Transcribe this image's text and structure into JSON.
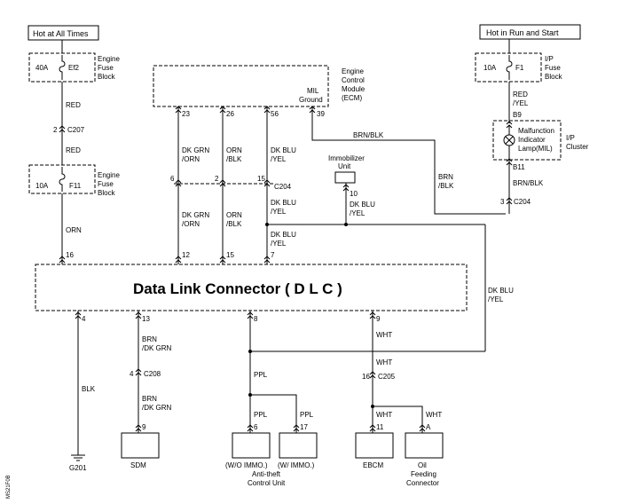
{
  "headers": {
    "hot_at_all_times": "Hot at All Times",
    "hot_in_run_and_start": "Hot in Run and Start"
  },
  "fuses": {
    "ef2_rating": "40A",
    "ef2_name": "Ef2",
    "f11_rating": "10A",
    "f11_name": "F11",
    "f1_rating": "10A",
    "f1_name": "F1",
    "engine_fuse_block_1": "Engine",
    "engine_fuse_block_2": "Fuse",
    "engine_fuse_block_3": "Block",
    "ip_fuse_block_1": "I/P",
    "ip_fuse_block_2": "Fuse",
    "ip_fuse_block_3": "Block"
  },
  "ecm": {
    "label_1": "Engine",
    "label_2": "Control",
    "label_3": "Module",
    "label_4": "(ECM)",
    "mil_1": "MIL",
    "mil_2": "Ground",
    "pin_23": "23",
    "pin_26": "26",
    "pin_56": "56",
    "pin_39": "39"
  },
  "mil": {
    "label_1": "Malfunction",
    "label_2": "Indicator",
    "label_3": "Lamp(MIL)",
    "cluster_1": "I/P",
    "cluster_2": "Cluster",
    "pin_b9": "B9",
    "pin_b11": "B11"
  },
  "wires": {
    "red": "RED",
    "orn": "ORN",
    "red_yel_1": "RED",
    "red_yel_2": "/YEL",
    "brn_blk": "BRN/BLK",
    "brn_blk_v1": "BRN",
    "brn_blk_v2": "/BLK",
    "dk_grn_orn_1": "DK GRN",
    "dk_grn_orn_2": "/ORN",
    "orn_blk_1": "ORN",
    "orn_blk_2": "/BLK",
    "dk_blu_yel_1": "DK BLU",
    "dk_blu_yel_2": "/YEL",
    "brn_dk_grn_1": "BRN",
    "brn_dk_grn_2": "/DK GRN",
    "blk": "BLK",
    "ppl": "PPL",
    "wht": "WHT"
  },
  "connectors": {
    "c207": "C207",
    "c207_pin": "2",
    "c204": "C204",
    "c204_pins": [
      "6",
      "2",
      "15"
    ],
    "c204_right_pin": "3",
    "c208": "C208",
    "c208_pin": "4",
    "c205": "C205",
    "c205_pin": "16"
  },
  "immobilizer": {
    "label_1": "Immobilizer",
    "label_2": "Unit",
    "pin": "10"
  },
  "dlc": {
    "title": "Data  Link Connector ( D L C )",
    "pin_16": "16",
    "pin_12": "12",
    "pin_15": "15",
    "pin_7": "7",
    "pin_4": "4",
    "pin_13": "13",
    "pin_8": "8",
    "pin_9": "9"
  },
  "bottom": {
    "sdm": "SDM",
    "sdm_pin": "9",
    "ground": "G201",
    "anti_wo": "(W/O IMMO.)",
    "anti_wo_pin": "6",
    "anti_w": "(W/ IMMO.)",
    "anti_w_pin": "17",
    "anti_1": "Anti-theft",
    "anti_2": "Control Unit",
    "ebcm": "EBCM",
    "ebcm_pin": "11",
    "oil_1": "Oil",
    "oil_2": "Feeding",
    "oil_3": "Connector",
    "oil_pin": "A"
  },
  "figure_id": "MS21F0B"
}
